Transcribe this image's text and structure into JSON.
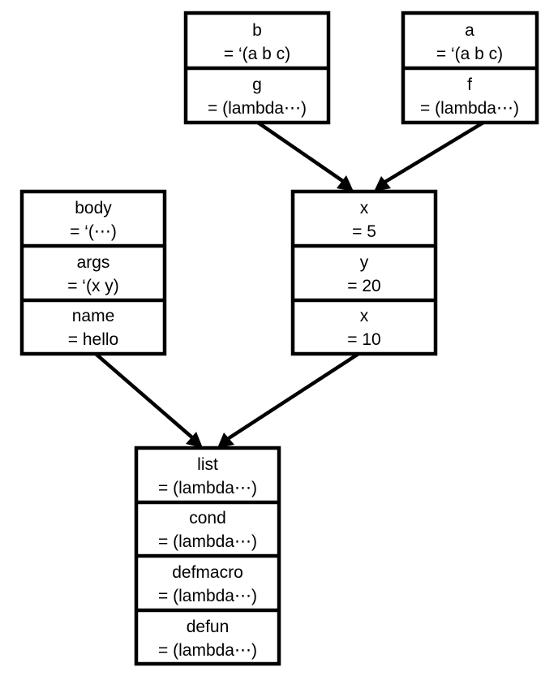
{
  "frames": {
    "frame_b_g": [
      {
        "name": "b",
        "value": "= ‘(a b c)"
      },
      {
        "name": "g",
        "value": "= (lambda⋯)"
      }
    ],
    "frame_a_f": [
      {
        "name": "a",
        "value": "= ‘(a b c)"
      },
      {
        "name": "f",
        "value": "= (lambda⋯)"
      }
    ],
    "frame_body": [
      {
        "name": "body",
        "value": "= ‘(⋯)"
      },
      {
        "name": "args",
        "value": "= ‘(x y)"
      },
      {
        "name": "name",
        "value": "= hello"
      }
    ],
    "frame_xyx": [
      {
        "name": "x",
        "value": "= 5"
      },
      {
        "name": "y",
        "value": "= 20"
      },
      {
        "name": "x",
        "value": "= 10"
      }
    ],
    "frame_global": [
      {
        "name": "list",
        "value": "= (lambda⋯)"
      },
      {
        "name": "cond",
        "value": "= (lambda⋯)"
      },
      {
        "name": "defmacro",
        "value": "= (lambda⋯)"
      },
      {
        "name": "defun",
        "value": "= (lambda⋯)"
      }
    ]
  }
}
